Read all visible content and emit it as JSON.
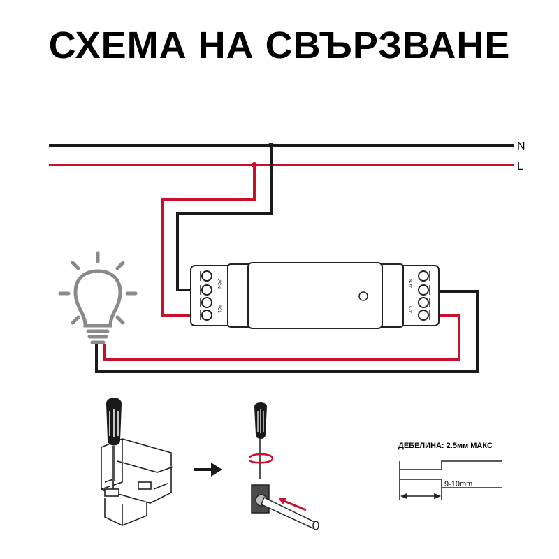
{
  "title": "СХЕМА НА СВЪРЗВАНЕ",
  "lines": {
    "neutral_label": "N",
    "live_label": "L"
  },
  "module": {
    "input_n_label": "ACN",
    "input_l_label": "ACL",
    "output_n_label": "ACN",
    "output_l_label": "ACL"
  },
  "wire_spec": {
    "thickness_label": "ДЕБЕЛИНА: 2.5мм МАКС",
    "strip_length_label": "9-10mm"
  },
  "colors": {
    "live": "#c8102e",
    "neutral": "#1a1a1a",
    "icon_gray": "#8a8a8a",
    "outline": "#222222"
  },
  "icons": {
    "bulb": "light-bulb-icon",
    "screwdriver": "screwdriver-icon",
    "arrow": "arrow-right-icon",
    "rotate": "rotate-icon"
  }
}
